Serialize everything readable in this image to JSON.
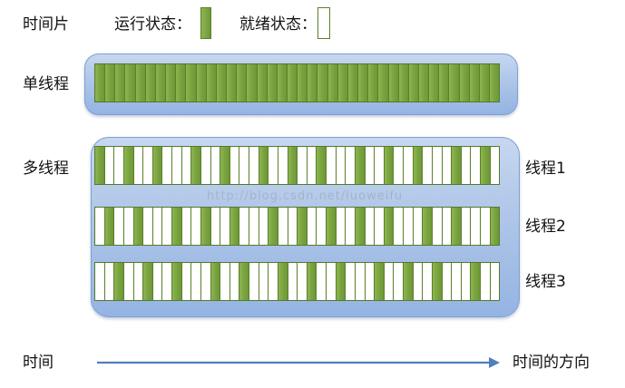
{
  "legend": {
    "time_slice": "时间片",
    "running_state": "运行状态：",
    "ready_state": "就绪状态：",
    "colors": {
      "running": "#7aa440",
      "ready": "#ffffff",
      "border": "#5a7f2a"
    }
  },
  "single_thread": {
    "label": "单线程",
    "cells": "RRRRRRRRRRRRRRRRRRRRRRRRRRRRRRRRRRRRRRRR"
  },
  "multi_thread": {
    "label": "多线程",
    "threads": [
      {
        "label": "线程1",
        "cells": "RWWRWWRWWWRWWRWWWRWWRWWRWWWRWWRWWRWWWRWWRW"
      },
      {
        "label": "线程2",
        "cells": "WRWWRWWWRWWRWWRWWWRWWRWWRWWRWWRWWWRWWRWWWR"
      },
      {
        "label": "线程3",
        "cells": "WWRWWRWWRWWWRWWRWWWRWWRWWRWWWRWWRWWRWWWRWW"
      }
    ]
  },
  "timeline": {
    "start_label": "时间",
    "end_label": "时间的方向",
    "arrow_color": "#4f7fbf"
  },
  "watermark": "http://blog.csdn.net/luoweifu"
}
